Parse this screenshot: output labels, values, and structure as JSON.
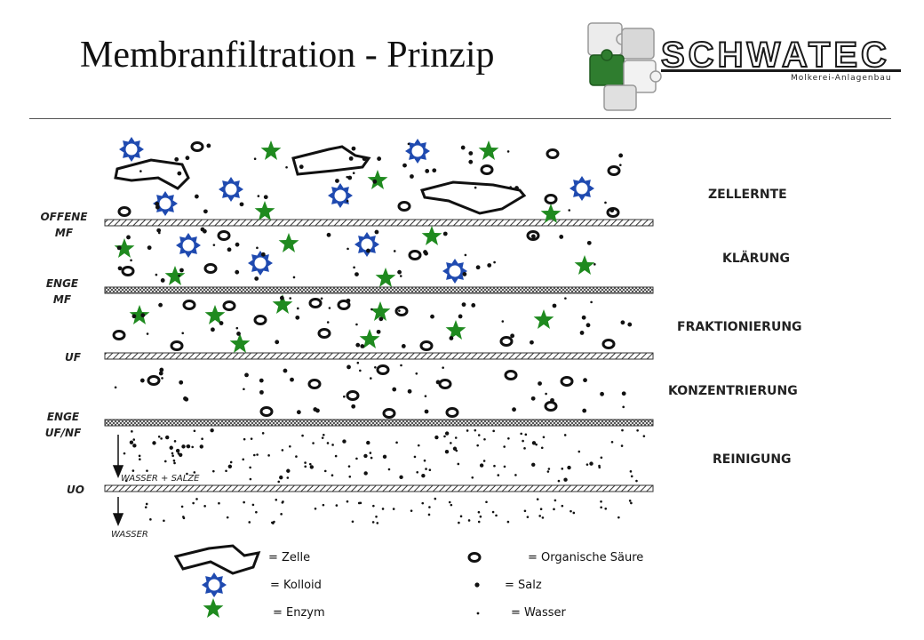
{
  "title": "Membranfiltration - Prinzip",
  "logo": {
    "name": "SCHWATEC",
    "subtitle": "Molkerei-Anlagenbau"
  },
  "stages": [
    "ZELLERNTE",
    "KLÄRUNG",
    "FRAKTIONIERUNG",
    "KONZENTRIERUNG",
    "REINIGUNG"
  ],
  "membranes": [
    {
      "line1": "OFFENE",
      "line2": "MF"
    },
    {
      "line1": "ENGE",
      "line2": "MF"
    },
    {
      "line1": "UF",
      "line2": ""
    },
    {
      "line1": "ENGE",
      "line2": "UF/NF"
    },
    {
      "line1": "UO",
      "line2": ""
    }
  ],
  "flow": {
    "upper": "WASSER + SALZE",
    "lower": "WASSER"
  },
  "legend": {
    "zelle": "= Zelle",
    "organische_saeure": "= Organische Säure",
    "kolloid": "= Kolloid",
    "salz": "= Salz",
    "enzym": "= Enzym",
    "wasser": "= Wasser"
  },
  "colors": {
    "enzyme": "#1f8a1f",
    "colloid": "#1f4ab0",
    "membrane": "#444444"
  }
}
